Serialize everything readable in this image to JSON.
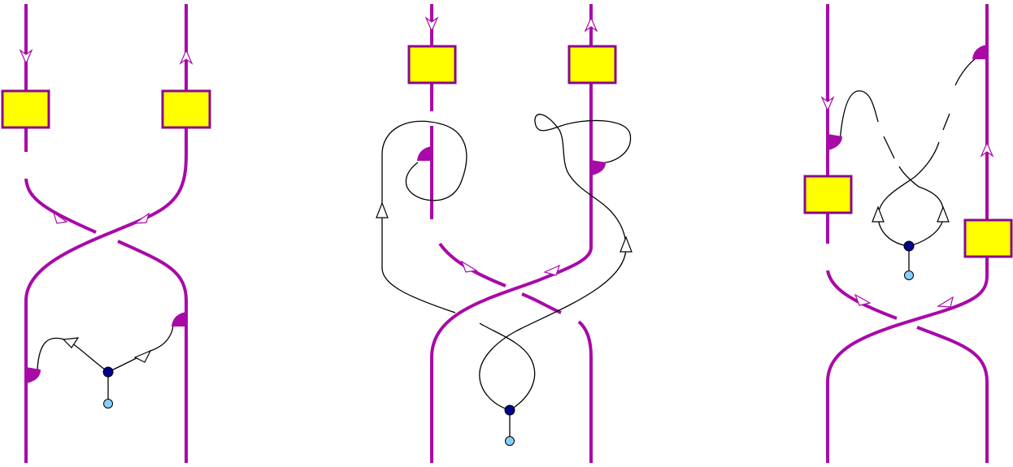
{
  "colors": {
    "strand": "#a80aa8",
    "string": "#000000",
    "box_fill": "#ffff00",
    "box_stroke": "#8b0a8b",
    "node": "#00008b",
    "unit": "#87cefa",
    "background": "#ffffff"
  },
  "panels": [
    {
      "name": "left-panel"
    },
    {
      "name": "middle-panel"
    },
    {
      "name": "right-panel"
    }
  ]
}
